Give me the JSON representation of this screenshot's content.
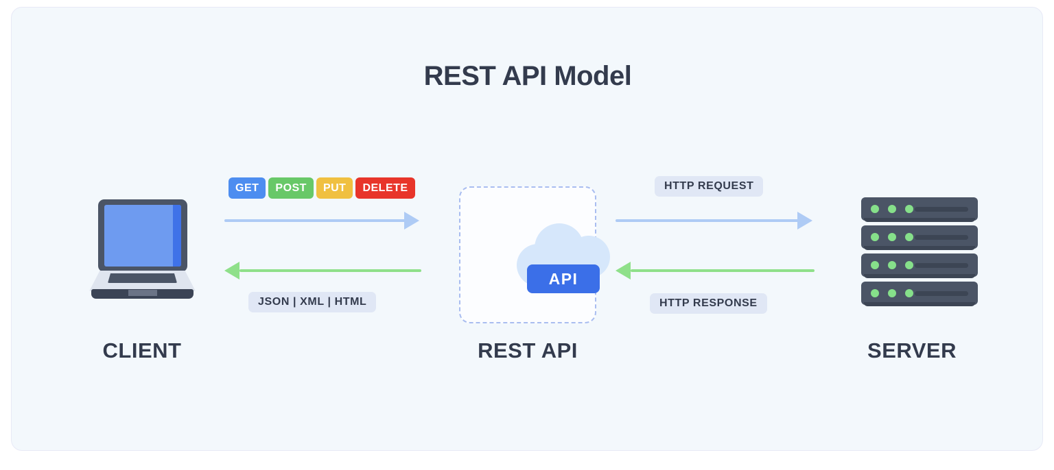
{
  "title": "REST API Model",
  "colors": {
    "card_bg": "#f3f8fc",
    "card_border": "#e7e9f6",
    "text_dark": "#333b4d",
    "request_arrow": "#aecbf5",
    "response_arrow": "#8fe08a",
    "api_badge": "#3b6fe8",
    "cloud": "#d6e7fb",
    "dashed_border": "#a9bdf0",
    "pill_bg": "#e0e7f5",
    "device_dark": "#4b5566",
    "led_green": "#86e08a"
  },
  "nodes": {
    "client": {
      "label": "CLIENT",
      "icon": "laptop-icon"
    },
    "rest_api": {
      "label": "REST API",
      "icon": "cloud-icon",
      "badge": "API"
    },
    "server": {
      "label": "SERVER",
      "icon": "server-rack-icon",
      "rack_count": 4,
      "leds_per_rack": 3
    }
  },
  "methods": [
    {
      "name": "GET",
      "color": "#4d8df0"
    },
    {
      "name": "POST",
      "color": "#68c868"
    },
    {
      "name": "PUT",
      "color": "#f0c040"
    },
    {
      "name": "DELETE",
      "color": "#e8352a"
    }
  ],
  "flows": {
    "client_request": {
      "label": "",
      "direction": "right",
      "color": "#aecbf5"
    },
    "client_response": {
      "label": "JSON | XML | HTML",
      "direction": "left",
      "color": "#8fe08a"
    },
    "server_request": {
      "label": "HTTP REQUEST",
      "direction": "right",
      "color": "#aecbf5"
    },
    "server_response": {
      "label": "HTTP RESPONSE",
      "direction": "left",
      "color": "#8fe08a"
    }
  }
}
